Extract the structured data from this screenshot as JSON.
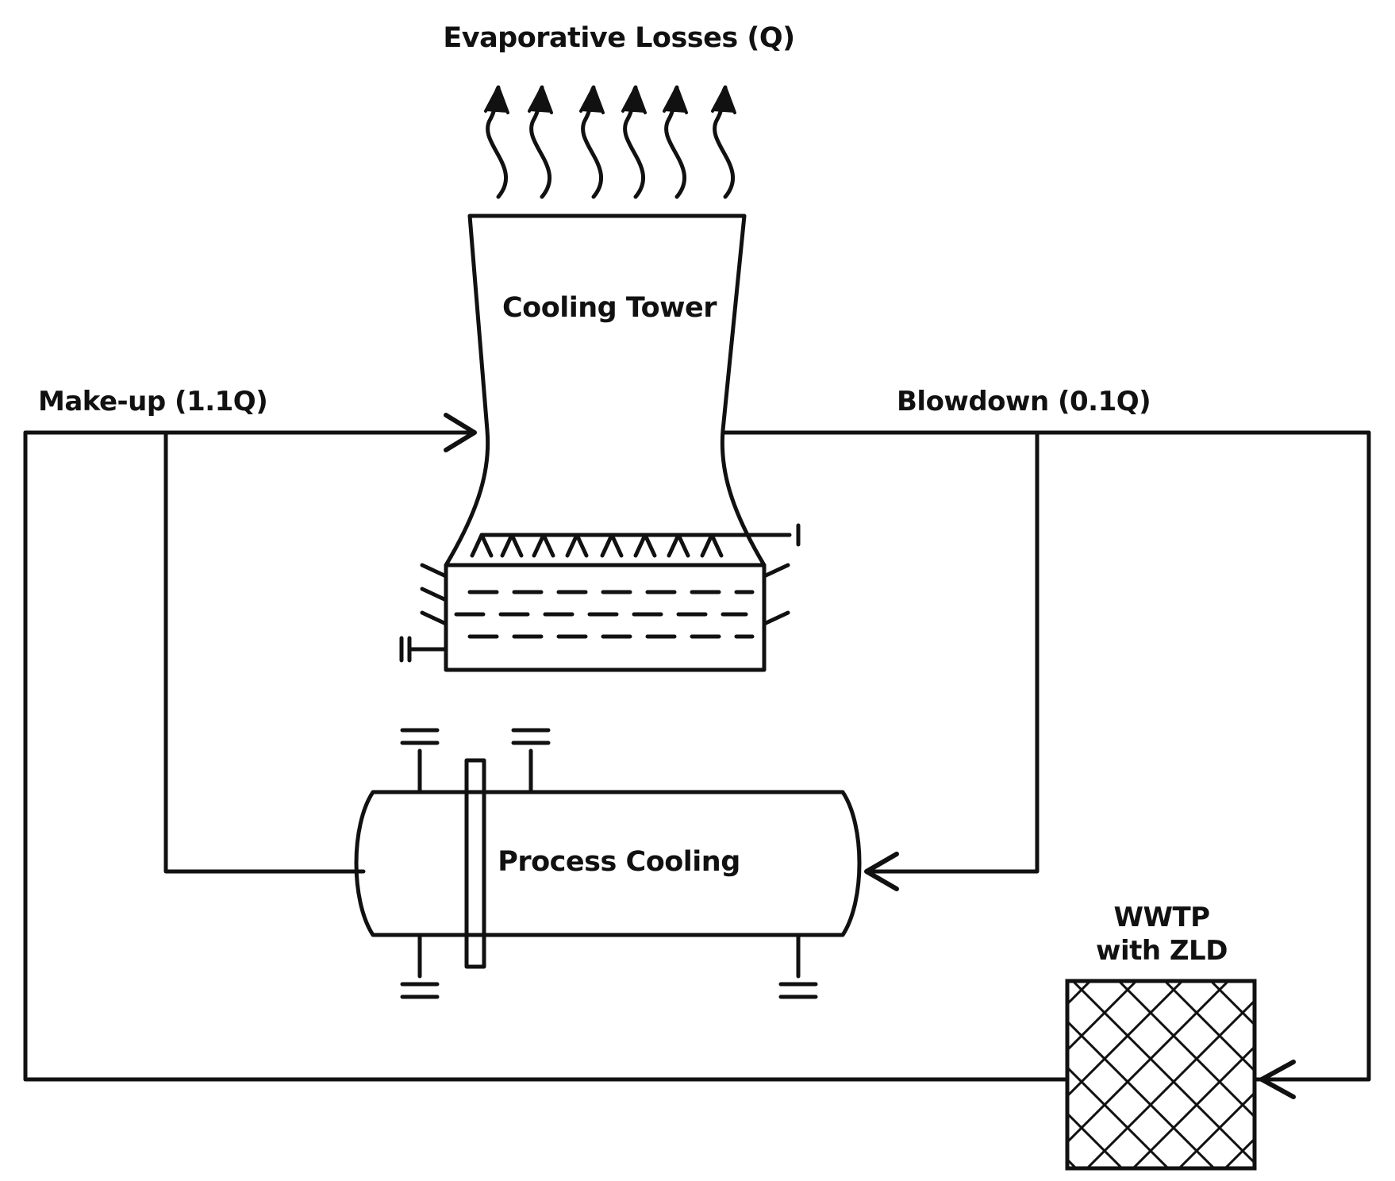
{
  "labels": {
    "evaporative": "Evaporative Losses (Q)",
    "cooling_tower": "Cooling Tower",
    "makeup": "Make-up (1.1Q)",
    "blowdown": "Blowdown (0.1Q)",
    "process_cooling": "Process Cooling",
    "wwtp_line1": "WWTP",
    "wwtp_line2": "with ZLD"
  },
  "colors": {
    "stroke": "#111111",
    "background": "#ffffff"
  },
  "icons": [
    "evaporation-arrow-icon",
    "spray-nozzle-icon",
    "flange-icon",
    "cross-hatch-filter-icon"
  ]
}
